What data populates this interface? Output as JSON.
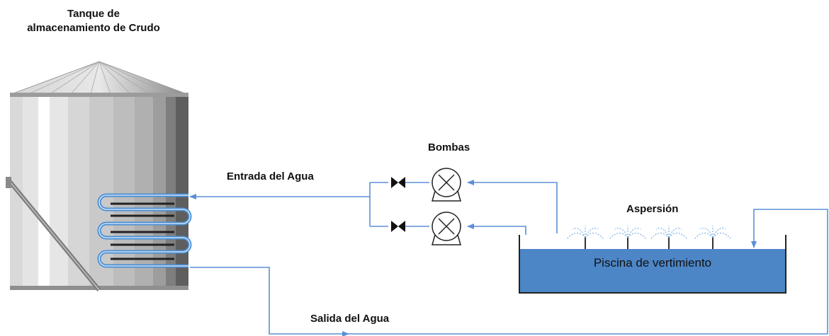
{
  "labels": {
    "tank_line1": "Tanque de",
    "tank_line2": "almacenamiento de Crudo",
    "pumps": "Bombas",
    "water_in": "Entrada del Agua",
    "water_out": "Salida del Agua",
    "spray": "Aspersión",
    "pool": "Piscina de vertimiento"
  },
  "colors": {
    "pipe": "#5b8fd6",
    "pool_fill": "#4d86c6",
    "coil": "#4a8ed4",
    "tank_body": "#cfcfcf",
    "tank_roof": "#bdbdbd"
  },
  "icons": [
    "valve-icon",
    "pump-icon",
    "sprinkler-icon"
  ]
}
